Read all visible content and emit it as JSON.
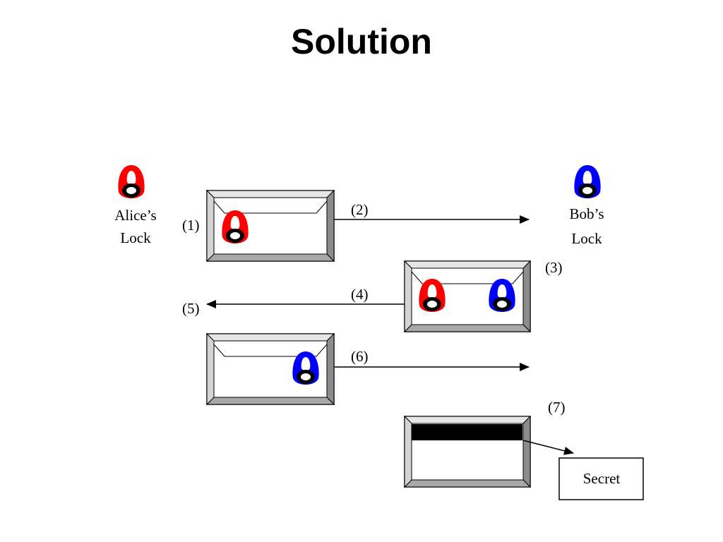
{
  "title": "Solution",
  "actors": {
    "alice": {
      "line1": "Alice’s",
      "line2": "Lock",
      "lock_color": "#ff0000"
    },
    "bob": {
      "line1": "Bob’s",
      "line2": "Lock",
      "lock_color": "#0000ff"
    }
  },
  "steps": [
    "(1)",
    "(2)",
    "(3)",
    "(4)",
    "(5)",
    "(6)",
    "(7)"
  ],
  "secret": "Secret",
  "colors": {
    "alice_lock": "#ff0000",
    "bob_lock": "#0000ff",
    "box_face": "#ffffff",
    "box_bevel": "#a0a0a0"
  }
}
